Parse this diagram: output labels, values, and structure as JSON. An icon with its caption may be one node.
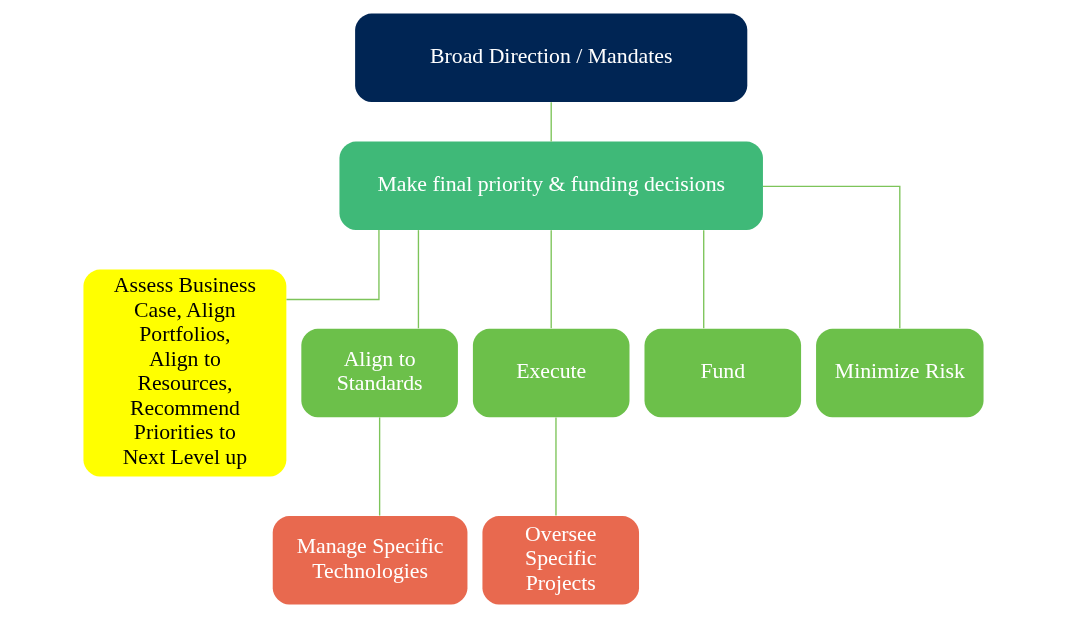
{
  "diagram": {
    "nodes": [
      {
        "text": [
          "Broad Direction / Mandates"
        ]
      },
      {
        "text": [
          "Make final priority & funding decisions"
        ]
      },
      {
        "text": [
          "Assess Business Case, Align Portfolios, Align to Resources, Recommend Priorities to Next Level up"
        ]
      },
      {
        "text": [
          "Align to Standards"
        ]
      },
      {
        "text": [
          "Execute"
        ]
      },
      {
        "text": [
          "Fund"
        ]
      },
      {
        "text": [
          "Minimize Risk"
        ]
      },
      {
        "text": [
          "Manage Specific Technologies"
        ]
      },
      {
        "text": [
          "Oversee Specific Projects"
        ]
      }
    ],
    "edges": [
      {
        "from": 0,
        "to": 1,
        "arrow": "none"
      },
      {
        "from": 1,
        "to": 2,
        "arrow": "none"
      },
      {
        "from": 1,
        "to": 3,
        "arrow": "none"
      },
      {
        "from": 1,
        "to": 4,
        "arrow": "none"
      },
      {
        "from": 1,
        "to": 5,
        "arrow": "none"
      },
      {
        "from": 1,
        "to": 6,
        "arrow": "none"
      },
      {
        "from": 3,
        "to": 7,
        "arrow": "none"
      },
      {
        "from": 4,
        "to": 8,
        "arrow": "none"
      }
    ]
  }
}
